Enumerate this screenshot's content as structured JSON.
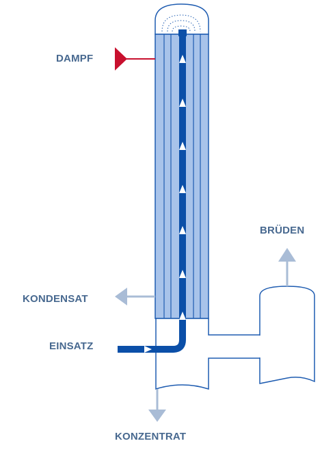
{
  "labels": {
    "dampf": "DAMPF",
    "brueden": "BRÜDEN",
    "kondensat": "KONDENSAT",
    "einsatz": "EINSATZ",
    "konzentrat": "KONZENTRAT"
  },
  "colors": {
    "label_text": "#47688f",
    "steam_red": "#c8102e",
    "tube_blue": "#0b4fa8",
    "shell_fill": "#a8c3ea",
    "shell_stroke": "#1d5bb0",
    "outflow_arrow": "#a9bcd6"
  }
}
